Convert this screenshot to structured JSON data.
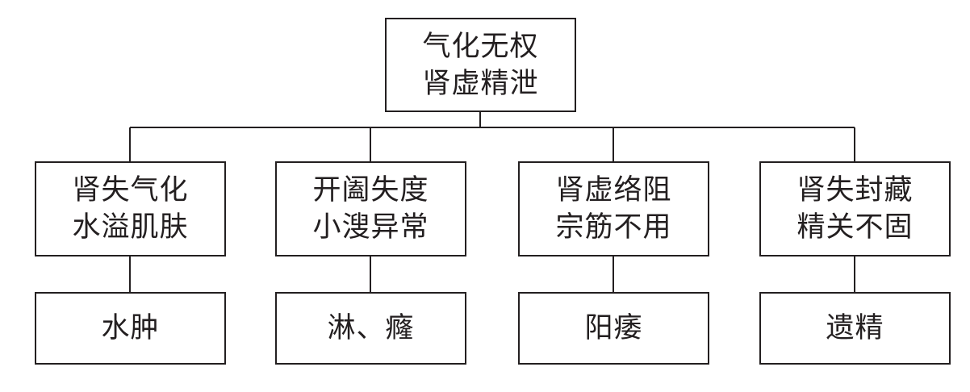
{
  "root": {
    "lines": [
      "气化无权",
      "肾虚精泄"
    ]
  },
  "branches": [
    {
      "cause": [
        "肾失气化",
        "水溢肌肤"
      ],
      "result": "水肿"
    },
    {
      "cause": [
        "开阖失度",
        "小溲异常"
      ],
      "result": "淋、癃"
    },
    {
      "cause": [
        "肾虚络阻",
        "宗筋不用"
      ],
      "result": "阳痿"
    },
    {
      "cause": [
        "肾失封藏",
        "精关不固"
      ],
      "result": "遗精"
    }
  ],
  "colors": {
    "stroke": "#231f20",
    "background": "#ffffff"
  }
}
